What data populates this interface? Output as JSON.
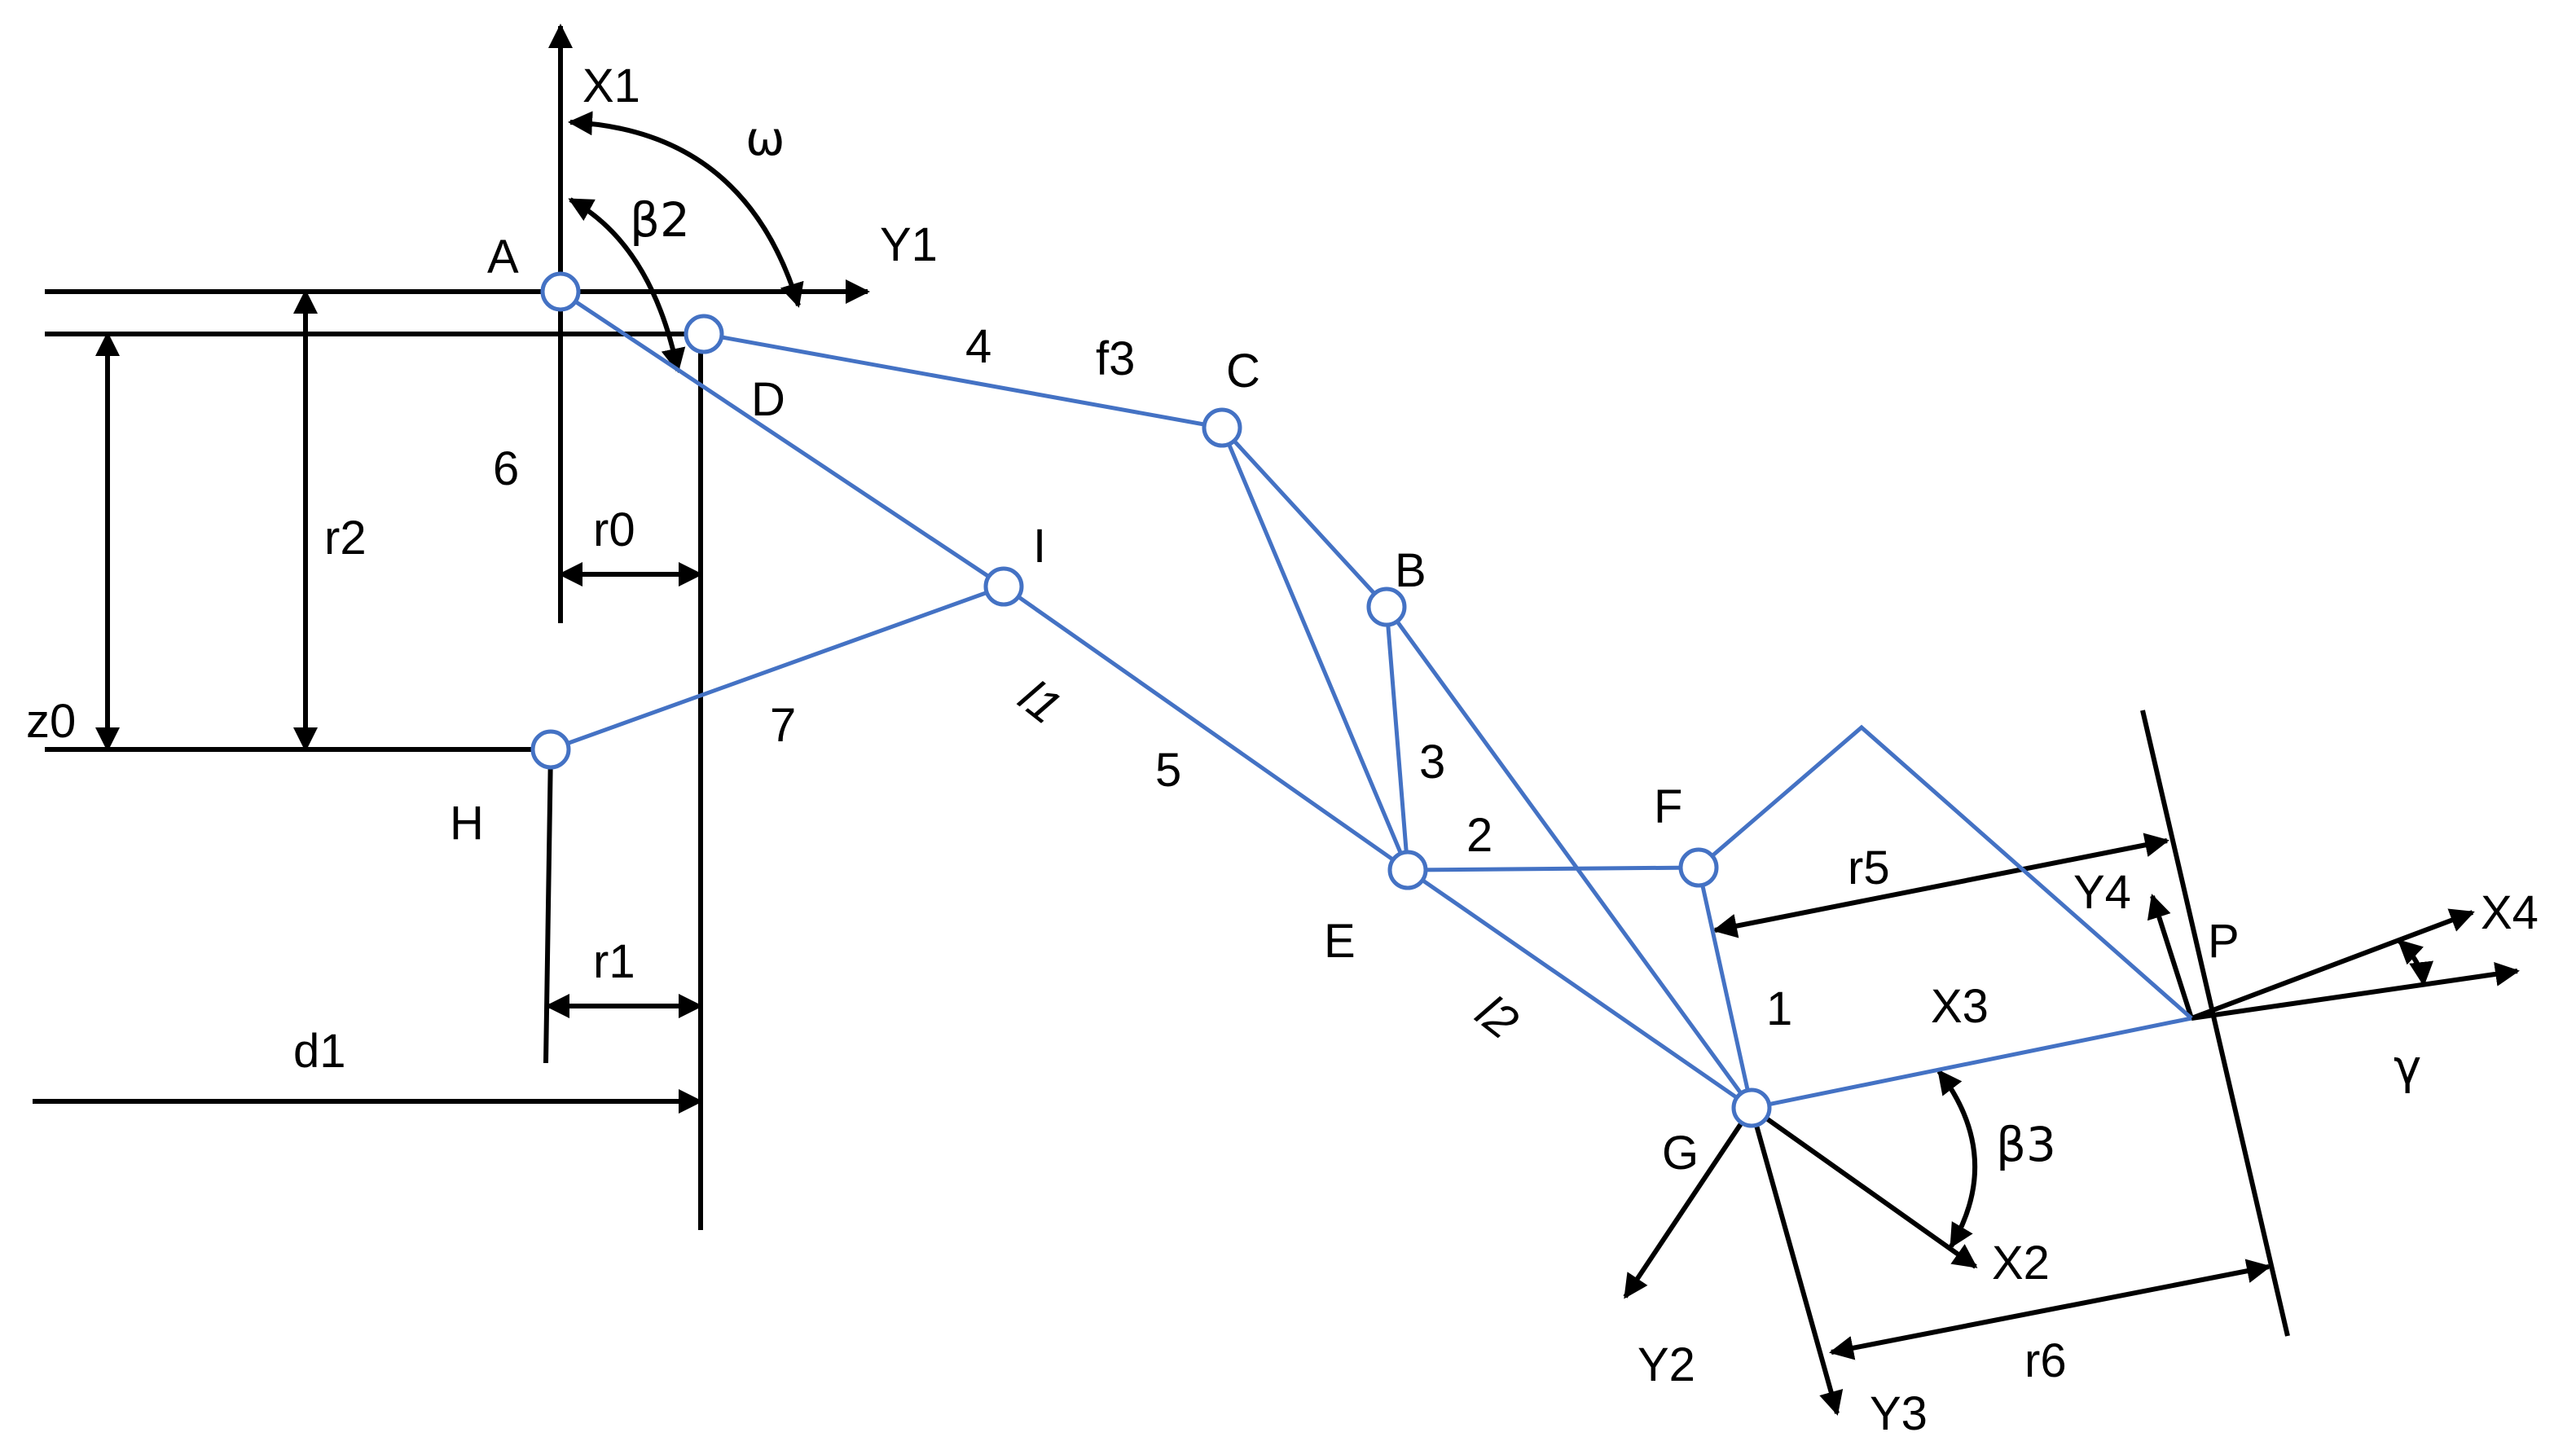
{
  "points": {
    "A": "A",
    "B": "B",
    "C": "C",
    "D": "D",
    "E": "E",
    "F": "F",
    "G": "G",
    "H": "H",
    "I": "I",
    "P": "P"
  },
  "links": {
    "l1": "1",
    "l2": "2",
    "l3": "3",
    "l4": "4",
    "l5": "5",
    "l6": "6",
    "l7": "7",
    "f3": "f3",
    "len1": "l1",
    "len2": "l2"
  },
  "axes": {
    "X1": "X1",
    "Y1": "Y1",
    "X2": "X2",
    "Y2": "Y2",
    "X3": "X3",
    "Y3": "Y3",
    "X4": "X4",
    "Y4": "Y4",
    "gamma": "γ"
  },
  "angles": {
    "omega": "ω",
    "beta2": "β2",
    "beta3": "β3"
  },
  "dimensions": {
    "r0": "r0",
    "r1": "r1",
    "r2": "r2",
    "r5": "r5",
    "r6": "r6",
    "z0": "z0",
    "d1": "d1"
  }
}
